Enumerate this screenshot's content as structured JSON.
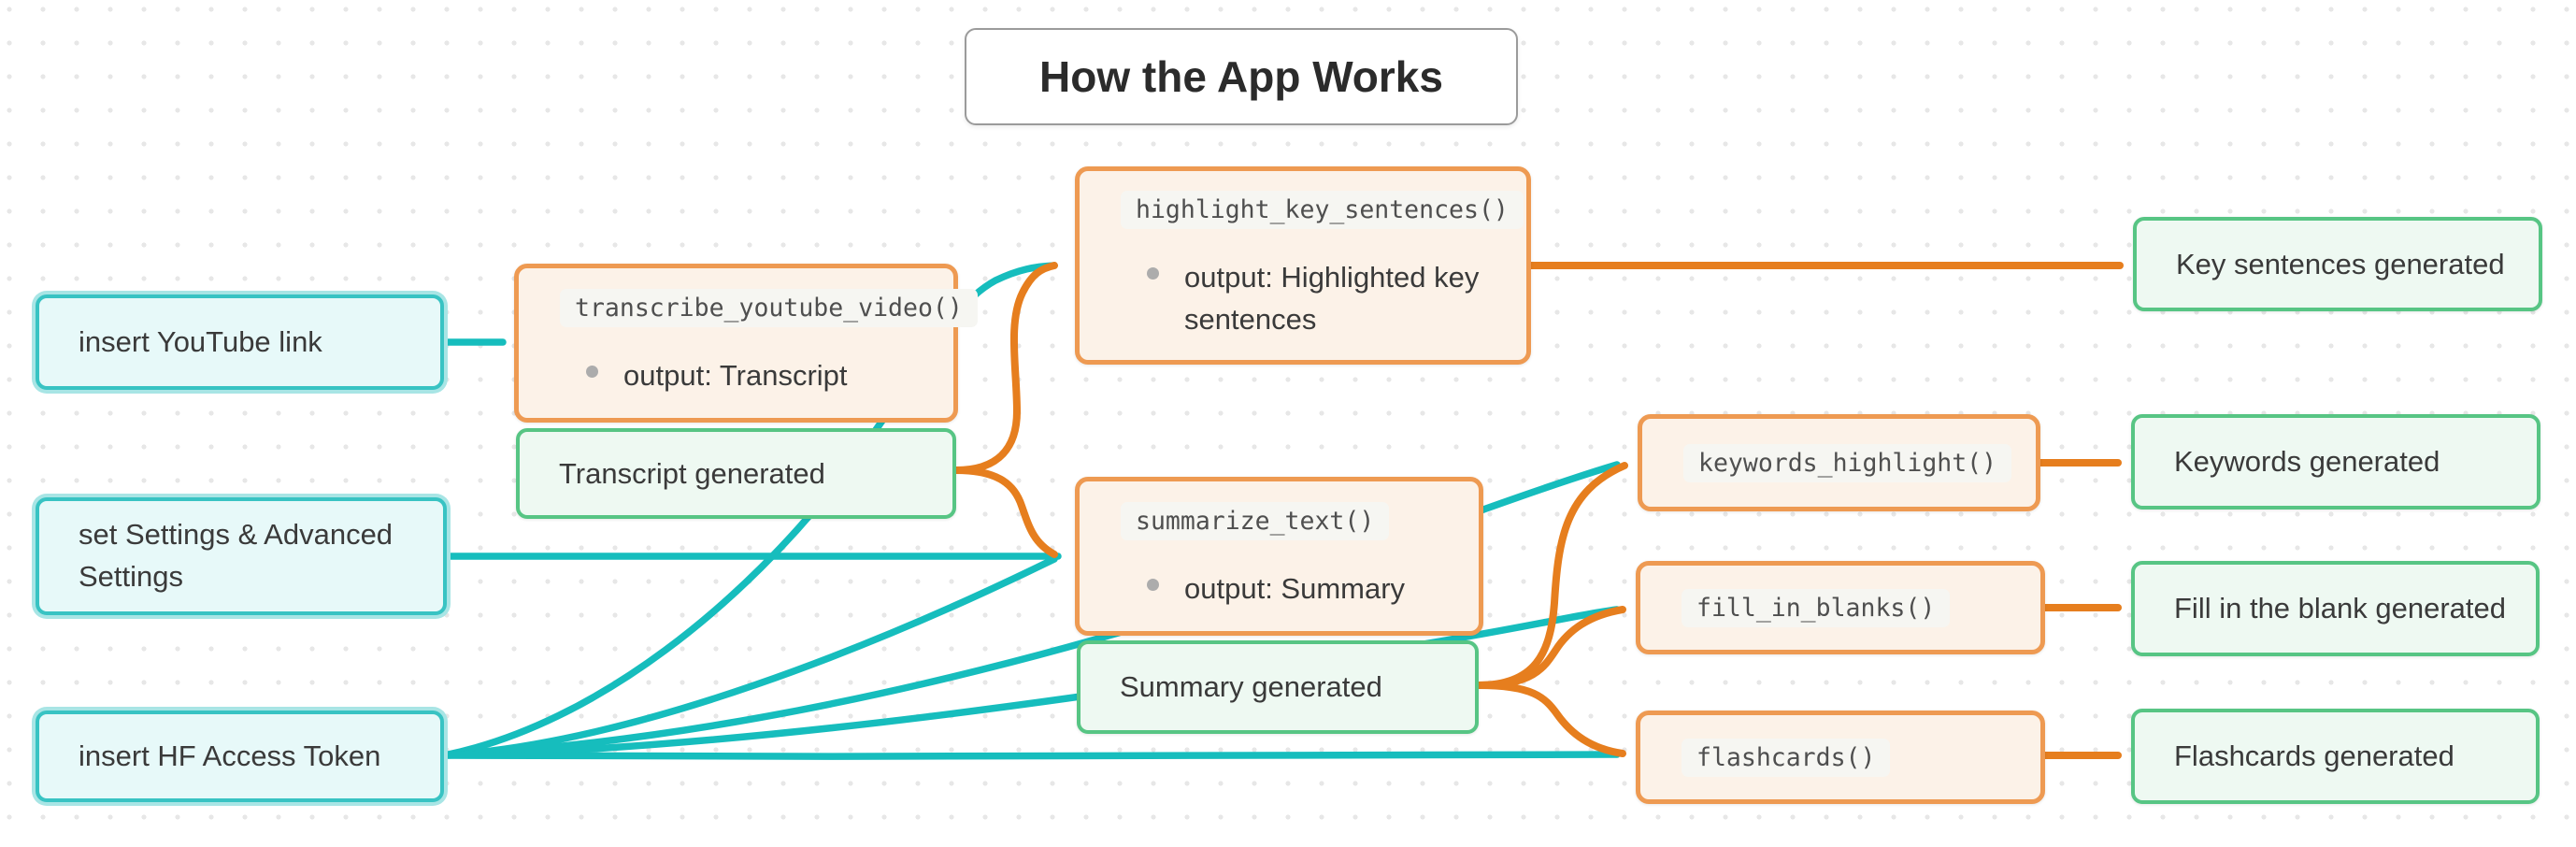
{
  "title": "How the App Works",
  "colors": {
    "input_edge": "#16BDBD",
    "flow_edge": "#E67E1E",
    "input_node_border": "#38C3C3",
    "input_node_fill": "#E7F9F9",
    "function_node_border": "#EE9A52",
    "function_node_fill": "#FCF2E8",
    "result_node_border": "#57C584",
    "result_node_fill": "#EEF9F2"
  },
  "nodes": {
    "insert_youtube_link": {
      "label": "insert YouTube link"
    },
    "set_settings": {
      "label": "set Settings & Advanced Settings"
    },
    "insert_hf_token": {
      "label": "insert HF Access Token"
    },
    "transcribe": {
      "code": "transcribe_youtube_video()",
      "bullet": "output: Transcript"
    },
    "transcript_generated": {
      "label": "Transcript generated"
    },
    "highlight": {
      "code": "highlight_key_sentences()",
      "bullet": "output: Highlighted key sentences"
    },
    "key_sentences_generated": {
      "label": "Key sentences generated"
    },
    "summarize": {
      "code": "summarize_text()",
      "bullet": "output: Summary"
    },
    "summary_generated": {
      "label": "Summary generated"
    },
    "keywords_highlight": {
      "code": "keywords_highlight()"
    },
    "keywords_generated": {
      "label": "Keywords generated"
    },
    "fill_in_blanks": {
      "code": "fill_in_blanks()"
    },
    "fill_blank_generated": {
      "label": "Fill in the blank generated"
    },
    "flashcards": {
      "code": "flashcards()"
    },
    "flashcards_generated": {
      "label": "Flashcards generated"
    }
  },
  "edges": [
    {
      "from": "insert_youtube_link",
      "to": "transcribe",
      "color": "teal"
    },
    {
      "from": "set_settings",
      "to": "summarize",
      "color": "teal"
    },
    {
      "from": "insert_hf_token",
      "to": "highlight",
      "color": "teal"
    },
    {
      "from": "insert_hf_token",
      "to": "summarize",
      "color": "teal"
    },
    {
      "from": "insert_hf_token",
      "to": "keywords_highlight",
      "color": "teal"
    },
    {
      "from": "insert_hf_token",
      "to": "fill_in_blanks",
      "color": "teal"
    },
    {
      "from": "insert_hf_token",
      "to": "flashcards",
      "color": "teal"
    },
    {
      "from": "transcript_generated",
      "to": "highlight",
      "color": "orange"
    },
    {
      "from": "transcript_generated",
      "to": "summarize",
      "color": "orange"
    },
    {
      "from": "highlight",
      "to": "key_sentences_generated",
      "color": "orange"
    },
    {
      "from": "summary_generated",
      "to": "keywords_highlight",
      "color": "orange"
    },
    {
      "from": "summary_generated",
      "to": "fill_in_blanks",
      "color": "orange"
    },
    {
      "from": "summary_generated",
      "to": "flashcards",
      "color": "orange"
    },
    {
      "from": "keywords_highlight",
      "to": "keywords_generated",
      "color": "orange"
    },
    {
      "from": "fill_in_blanks",
      "to": "fill_blank_generated",
      "color": "orange"
    },
    {
      "from": "flashcards",
      "to": "flashcards_generated",
      "color": "orange"
    }
  ]
}
